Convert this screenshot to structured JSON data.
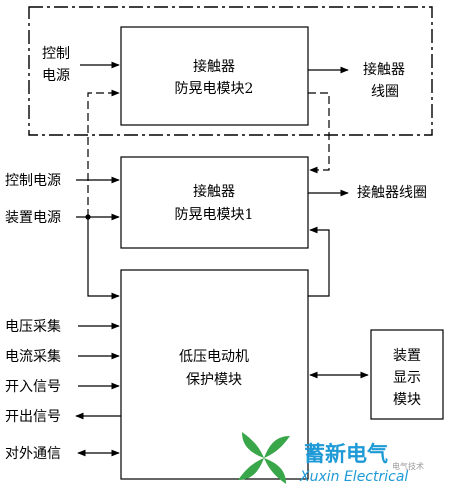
{
  "module2": {
    "line1": "接触器",
    "line2": "防晃电模块2",
    "input_label_1": "控制",
    "input_label_2": "电源",
    "output_label_1": "接触器",
    "output_label_2": "线圈"
  },
  "module1": {
    "line1": "接触器",
    "line2": "防晃电模块1",
    "input_control": "控制电源",
    "input_device": "装置电源",
    "output_label": "接触器线圈"
  },
  "protection": {
    "line1": "低压电动机",
    "line2": "保护模块",
    "signals": [
      "电压采集",
      "电流采集",
      "开入信号",
      "开出信号",
      "对外通信"
    ]
  },
  "display": {
    "line1": "装置",
    "line2": "显示",
    "line3": "模块"
  },
  "watermark": {
    "brand_cn": "蓄新电气",
    "brand_en": "Xuxin Electrical",
    "site": "电气技术",
    "accent_green": "#3aa64a",
    "accent_blue": "#1e9ad6"
  }
}
